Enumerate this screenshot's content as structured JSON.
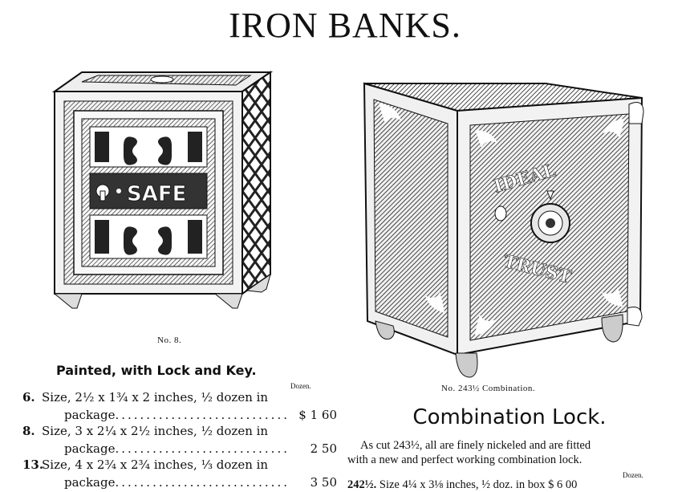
{
  "title": "IRON BANKS.",
  "left": {
    "caption": "No. 8.",
    "safe_lettering": "SAFE",
    "heading": "Painted, with Lock and Key.",
    "dozen_label": "Dozen.",
    "items": [
      {
        "num": "6.",
        "line1": "Size, 2½ x 1¾ x 2 inches, ½ dozen in",
        "line2": "package",
        "price": "$ 1 60"
      },
      {
        "num": "8.",
        "line1": "Size, 3 x 2¼ x 2½ inches, ½ dozen in",
        "line2": "package",
        "price": "2 50"
      },
      {
        "num": "13.",
        "line1": "Size, 4 x 2¾ x 2¾ inches, ⅓ dozen in",
        "line2": "package",
        "price": "3 50"
      }
    ]
  },
  "right": {
    "caption": "No. 243½ Combination.",
    "safe_lettering_top": "IDEAL",
    "safe_lettering_bottom": "TRUST",
    "heading": "Combination Lock.",
    "desc_line1": "As cut 243½, all are finely nickeled and are fitted",
    "desc_line2": "with a new and perfect working combination lock.",
    "dozen_label": "Dozen.",
    "last_num": "242½.",
    "last_text": "Size 4¼ x 3⅛ inches, ½ doz. in box",
    "last_price": "$ 6 00"
  }
}
